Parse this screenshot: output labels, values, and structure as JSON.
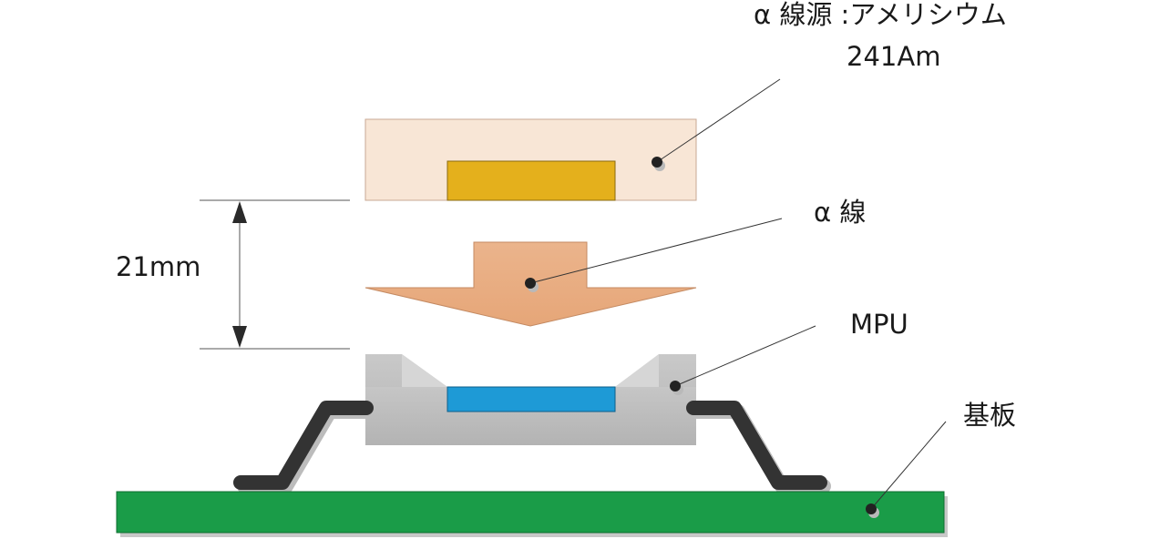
{
  "labels": {
    "source_line1": "α 線源 :アメリシウム",
    "source_line2": "241Am",
    "alpha_ray": "α 線",
    "mpu": "MPU",
    "substrate": "基板",
    "distance": "21mm"
  },
  "colors": {
    "source_body": "#f8e6d6",
    "source_body_stroke": "#c8a894",
    "source_material": "#e4b01c",
    "source_material_stroke": "#8a6a10",
    "alpha_arrow": "#e9ae82",
    "alpha_arrow_stroke": "#c48a62",
    "mpu_body": "#c4c4c4",
    "mpu_die": "#1e9ad6",
    "mpu_die_stroke": "#0d5f8a",
    "lead": "#333333",
    "substrate": "#1a9c48",
    "substrate_stroke": "#0f6e30"
  }
}
